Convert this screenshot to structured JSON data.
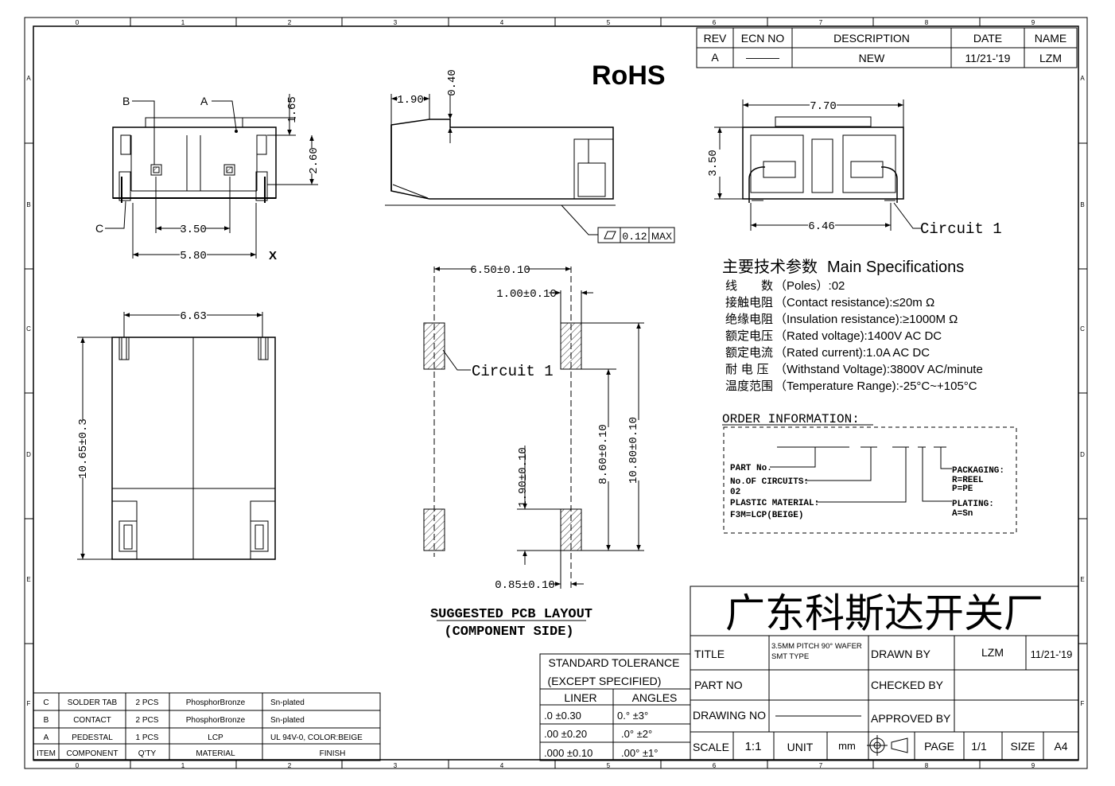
{
  "border": {
    "col_labels": [
      "0",
      "1",
      "2",
      "3",
      "4",
      "5",
      "6",
      "7",
      "8",
      "9"
    ],
    "row_labels": [
      "A",
      "B",
      "C",
      "D",
      "E",
      "F"
    ]
  },
  "rohs": "RoHS",
  "revision_table": {
    "headers": [
      "REV",
      "ECN NO",
      "DESCRIPTION",
      "DATE",
      "NAME"
    ],
    "row": [
      "A",
      "———",
      "NEW",
      "11/21-'19",
      "LZM"
    ]
  },
  "views": {
    "front": {
      "label_a": "A",
      "label_b": "B",
      "label_c": "C",
      "dim_165": "1.65",
      "dim_260": "2.60",
      "dim_350": "3.50",
      "dim_580": "5.80",
      "x_mark": "X"
    },
    "side": {
      "dim_190": "1.90",
      "dim_040": "0.40",
      "flat_val": "0.12",
      "flat_max": "MAX"
    },
    "right": {
      "dim_770": "7.70",
      "dim_350": "3.50",
      "dim_646": "6.46",
      "circuit": "Circuit 1"
    },
    "bottom": {
      "dim_663": "6.63",
      "dim_1065": "10.65±0.3"
    },
    "pcb": {
      "dim_650": "6.50±0.10",
      "dim_100": "1.00±0.10",
      "circuit": "Circuit 1",
      "dim_190": "1.90±0.10",
      "dim_860": "8.60±0.10",
      "dim_1080": "10.80±0.10",
      "dim_085": "0.85±0.10",
      "title1": "SUGGESTED PCB LAYOUT",
      "title2": "(COMPONENT SIDE)"
    }
  },
  "specs": {
    "heading_cn": "主要技术参数",
    "heading_en": "Main Specifications",
    "items": [
      {
        "cn": "线　　数",
        "en": "（Poles）:02"
      },
      {
        "cn": "接触电阻",
        "en": "（Contact resistance):≤20m Ω"
      },
      {
        "cn": "绝缘电阻",
        "en": "（Insulation resistance):≥1000M Ω"
      },
      {
        "cn": "额定电压",
        "en": "（Rated voltage):1400V AC DC"
      },
      {
        "cn": "额定电流",
        "en": "（Rated current):1.0A AC DC"
      },
      {
        "cn": "耐 电 压",
        "en": "（Withstand Voltage):3800V AC/minute"
      },
      {
        "cn": "温度范围",
        "en": "（Temperature Range):-25°C~+105°C"
      }
    ]
  },
  "order": {
    "title": "ORDER INFORMATION:",
    "part_no": "PART No.",
    "circuits_label": "No.OF CIRCUITS:",
    "circuits_val": "02",
    "plastic_label": "PLASTIC MATERIAL:",
    "plastic_val": "F3M=LCP(BEIGE)",
    "packaging_label": "PACKAGING:",
    "packaging_r": "R=REEL",
    "packaging_p": "P=PE",
    "plating_label": "PLATING:",
    "plating_val": "A=Sn"
  },
  "bom": {
    "rows": [
      [
        "C",
        "SOLDER TAB",
        "2 PCS",
        "PhosphorBronze",
        "Sn-plated"
      ],
      [
        "B",
        "CONTACT",
        "2 PCS",
        "PhosphorBronze",
        "Sn-plated"
      ],
      [
        "A",
        "PEDESTAL",
        "1 PCS",
        "LCP",
        "UL 94V-0, COLOR:BEIGE"
      ]
    ],
    "header": [
      "ITEM",
      "COMPONENT",
      "Q'TY",
      "MATERIAL",
      "FINISH"
    ]
  },
  "tolerance": {
    "title1": "STANDARD TOLERANCE",
    "title2": "(EXCEPT  SPECIFIED)",
    "col1": "LINER",
    "col2": "ANGLES",
    "rows": [
      [
        ".0  ±0.30",
        "0.°  ±3°"
      ],
      [
        ".00  ±0.20",
        ".0°  ±2°"
      ],
      [
        ".000 ±0.10",
        ".00° ±1°"
      ]
    ]
  },
  "title_block": {
    "company": "广东科斯达开关厂",
    "title_label": "TITLE",
    "title_val1": "3.5MM PITCH 90° WAFER",
    "title_val2": "SMT TYPE",
    "drawn_by_label": "DRAWN BY",
    "drawn_by": "LZM",
    "drawn_date": "11/21-'19",
    "part_no_label": "PART NO",
    "checked_by_label": "CHECKED BY",
    "drawing_no_label": "DRAWING NO",
    "approved_by_label": "APPROVED BY",
    "scale_label": "SCALE",
    "scale": "1:1",
    "unit_label": "UNIT",
    "unit": "mm",
    "page_label": "PAGE",
    "page": "1/1",
    "size_label": "SIZE",
    "size": "A4"
  }
}
